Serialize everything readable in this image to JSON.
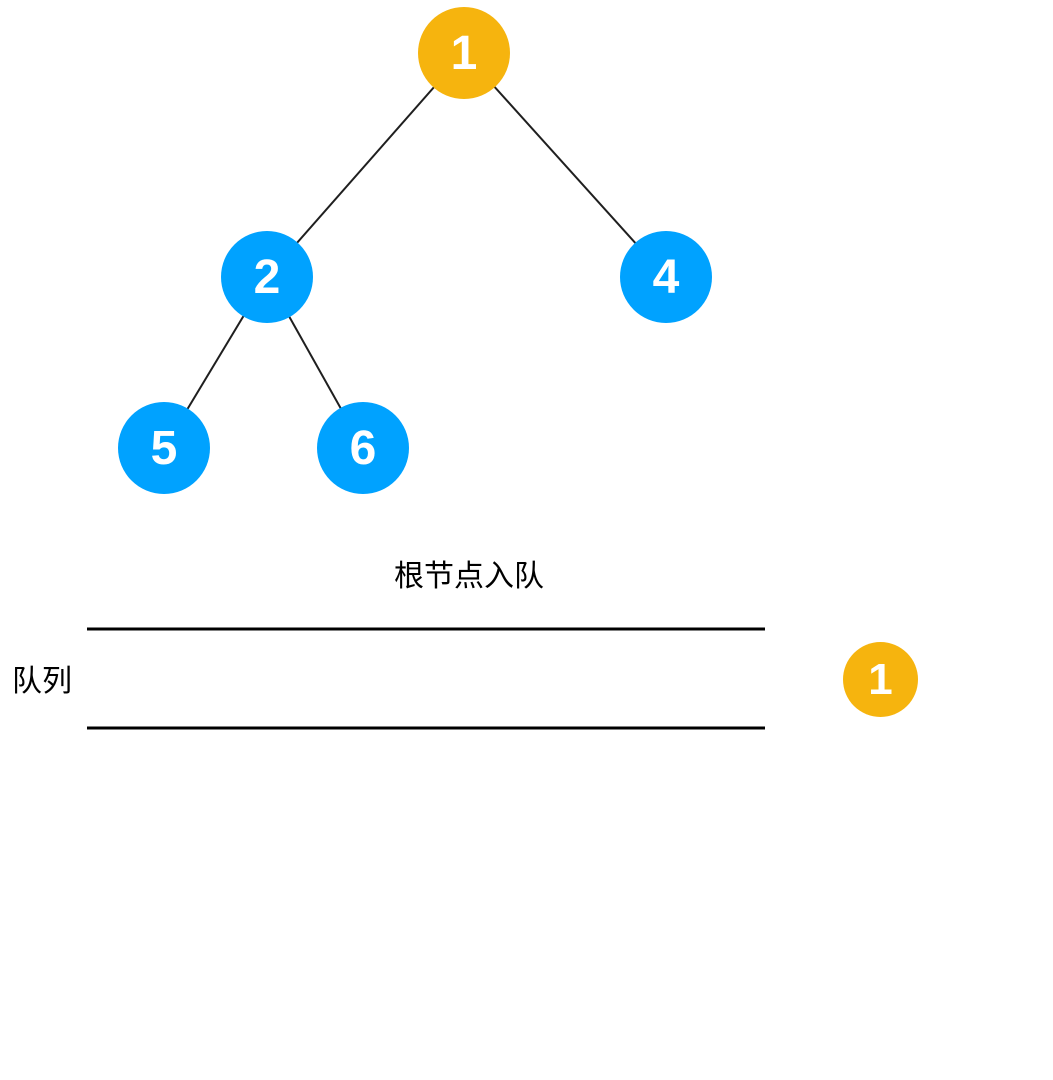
{
  "colors": {
    "background": "#ffffff",
    "root_node": "#f6b40e",
    "child_node": "#00a2ff",
    "edge": "#1f1f1f",
    "queue_line": "#000000",
    "node_text": "#ffffff",
    "label_text": "#000000"
  },
  "tree": {
    "nodes": [
      {
        "value": "1",
        "role": "root"
      },
      {
        "value": "2",
        "role": "child"
      },
      {
        "value": "4",
        "role": "child"
      },
      {
        "value": "5",
        "role": "child"
      },
      {
        "value": "6",
        "role": "child"
      }
    ],
    "edges": [
      {
        "from": "1",
        "to": "2"
      },
      {
        "from": "1",
        "to": "4"
      },
      {
        "from": "2",
        "to": "5"
      },
      {
        "from": "2",
        "to": "6"
      }
    ]
  },
  "caption": {
    "text": "根节点入队"
  },
  "queue": {
    "label": "队列",
    "items": [
      {
        "value": "1"
      }
    ]
  }
}
